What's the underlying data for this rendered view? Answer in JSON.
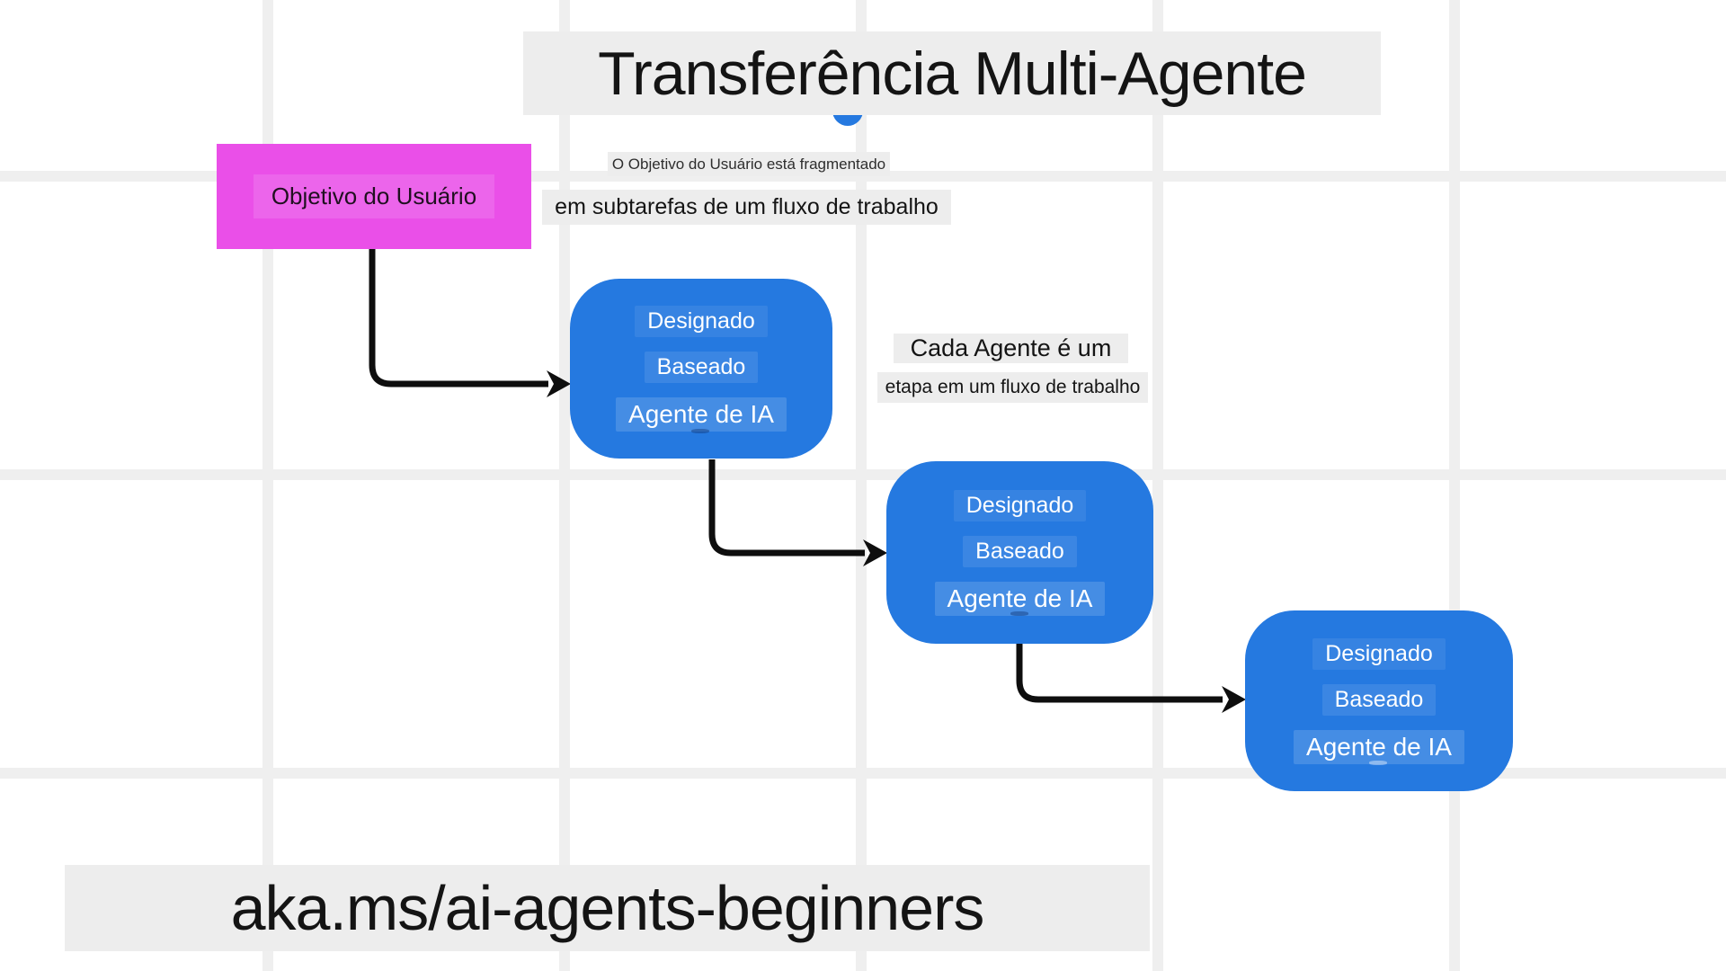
{
  "title": "Transferência Multi-Agente",
  "annotations": {
    "goal_note_line1": "O Objetivo do Usuário está fragmentado",
    "goal_note_line2": "em subtarefas de um fluxo de trabalho",
    "agent_note_line1": "Cada Agente é um",
    "agent_note_line2": "etapa em um fluxo de trabalho"
  },
  "nodes": {
    "user_goal": {
      "label": "Objetivo do Usuário"
    },
    "agents": [
      {
        "line1": "Designado",
        "line2": "Baseado",
        "line3": "Agente de IA"
      },
      {
        "line1": "Designado",
        "line2": "Baseado",
        "line3": "Agente de IA"
      },
      {
        "line1": "Designado",
        "line2": "Baseado",
        "line3": "Agente de IA"
      }
    ]
  },
  "footer_url": "aka.ms/ai-agents-beginners",
  "colors": {
    "agent_box_blue": "#2579e0",
    "user_goal_magenta": "#ea4fe8",
    "note_band_gray": "#ededed",
    "grid_line_gray": "#efefef",
    "arrow_black": "#0e0e0e",
    "dark_text": "#141414",
    "agent_label_text": "#ffffff"
  }
}
